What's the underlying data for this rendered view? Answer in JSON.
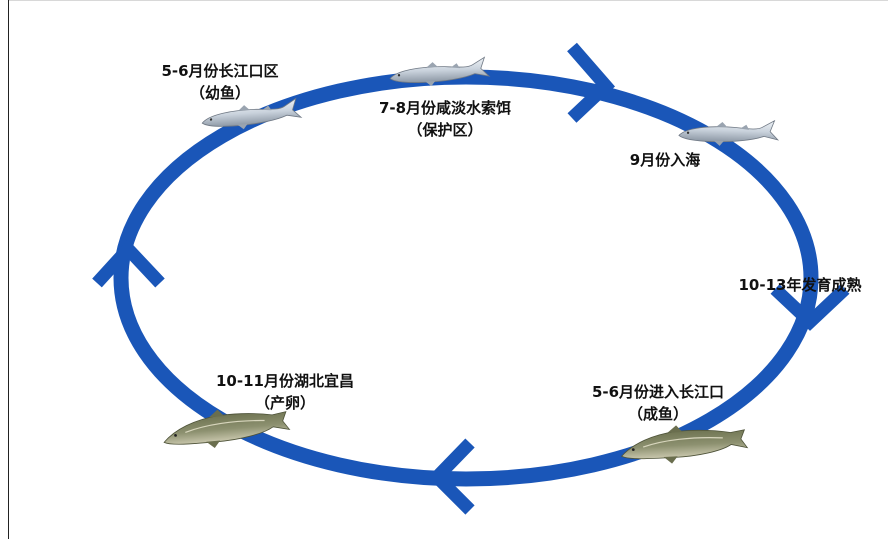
{
  "colors": {
    "cycle_line": "#1a56b8",
    "cycle_line_dark": "#123f8a",
    "young_fish": "#c9d2dc",
    "adult_fish": "#8a8f6a",
    "text": "#111111"
  },
  "stages": {
    "juvenile": {
      "line1": "5-6月份长江口区",
      "line2": "（幼鱼）",
      "fish_icon": "young-sturgeon-icon"
    },
    "feeding": {
      "line1": "7-8月份咸淡水索饵",
      "line2": "（保护区）",
      "fish_icon": "young-sturgeon-icon"
    },
    "sea": {
      "line1": "9月份入海",
      "fish_icon": "young-sturgeon-icon"
    },
    "maturation": {
      "line1": "10-13年发育成熟"
    },
    "return": {
      "line1": "5-6月份进入长江口",
      "line2": "（成鱼）",
      "fish_icon": "adult-sturgeon-icon"
    },
    "spawning": {
      "line1": "10-11月份湖北宜昌",
      "line2": "（产卵）",
      "fish_icon": "adult-sturgeon-icon"
    }
  },
  "arrows": [
    "top-right",
    "right",
    "bottom",
    "left"
  ]
}
